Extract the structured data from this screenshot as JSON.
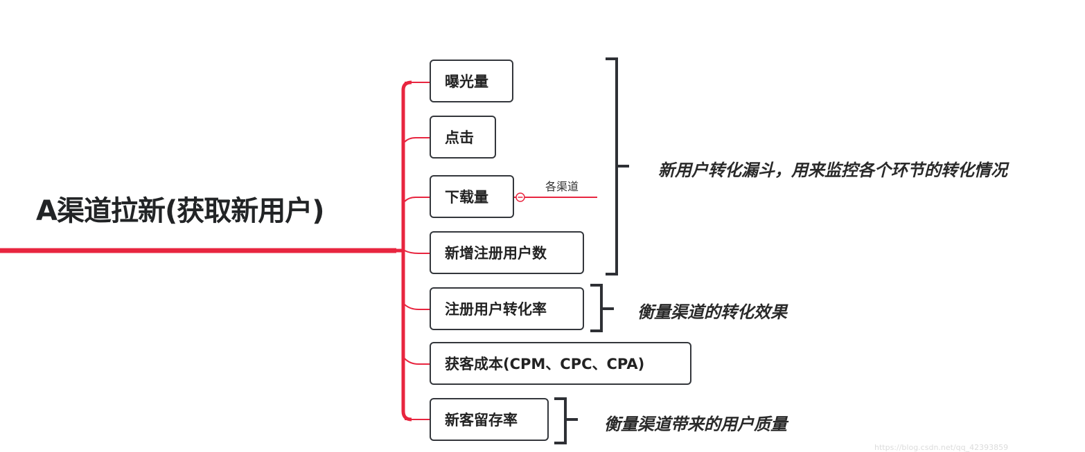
{
  "root": {
    "title": "A渠道拉新(获取新用户)"
  },
  "branches": [
    {
      "label": "曝光量"
    },
    {
      "label": "点击"
    },
    {
      "label": "下载量",
      "sub_label": "各渠道"
    },
    {
      "label": "新增注册用户数"
    },
    {
      "label": "注册用户转化率"
    },
    {
      "label": "获客成本(CPM、CPC、CPA)"
    },
    {
      "label": "新客留存率"
    }
  ],
  "summaries": [
    {
      "text": "新用户转化漏斗，用来监控各个环节的转化情况"
    },
    {
      "text": "衡量渠道的转化效果"
    },
    {
      "text": "衡量渠道带来的用户质量"
    }
  ],
  "watermark": "https://blog.csdn.net/qq_42393859",
  "colors": {
    "branch_line": "#e8253f",
    "node_border": "#33363b",
    "bracket": "#2e3035"
  }
}
